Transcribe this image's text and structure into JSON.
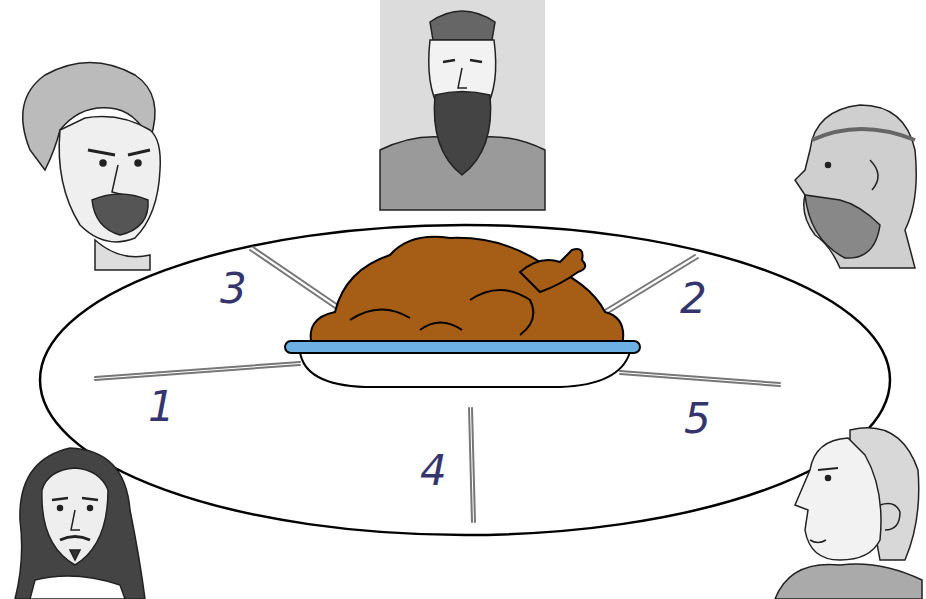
{
  "diagram": {
    "labels": [
      "3",
      "2",
      "1",
      "5",
      "4"
    ]
  }
}
